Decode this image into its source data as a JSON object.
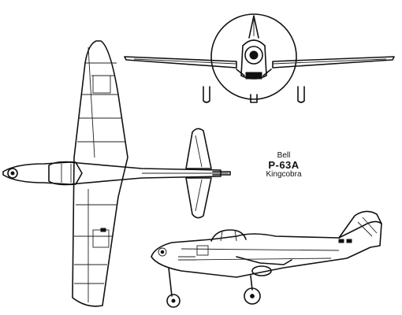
{
  "caption": {
    "manufacturer": "Bell",
    "model": "P-63A",
    "name": "Kingcobra"
  }
}
